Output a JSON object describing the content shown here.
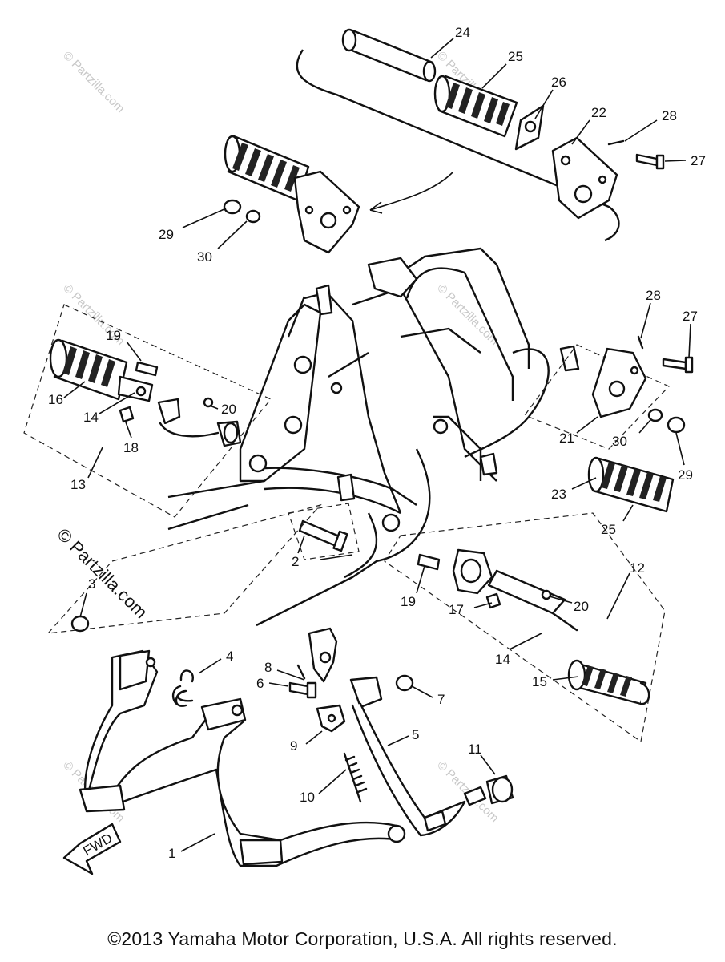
{
  "watermarks": {
    "site": "© Partzilla.com",
    "primary": "© Partzilla.com"
  },
  "fwd_label": "FWD",
  "copyright": "©2013  Yamaha Motor Corporation, U.S.A. All rights reserved.",
  "callouts": [
    {
      "num": "1"
    },
    {
      "num": "2"
    },
    {
      "num": "3"
    },
    {
      "num": "4"
    },
    {
      "num": "5"
    },
    {
      "num": "6"
    },
    {
      "num": "7"
    },
    {
      "num": "8"
    },
    {
      "num": "9"
    },
    {
      "num": "10"
    },
    {
      "num": "11"
    },
    {
      "num": "12"
    },
    {
      "num": "13"
    },
    {
      "num": "14"
    },
    {
      "num": "14"
    },
    {
      "num": "15"
    },
    {
      "num": "16"
    },
    {
      "num": "17"
    },
    {
      "num": "18"
    },
    {
      "num": "19"
    },
    {
      "num": "19"
    },
    {
      "num": "20"
    },
    {
      "num": "20"
    },
    {
      "num": "21"
    },
    {
      "num": "22"
    },
    {
      "num": "23"
    },
    {
      "num": "24"
    },
    {
      "num": "25"
    },
    {
      "num": "25"
    },
    {
      "num": "26"
    },
    {
      "num": "27"
    },
    {
      "num": "27"
    },
    {
      "num": "28"
    },
    {
      "num": "28"
    },
    {
      "num": "29"
    },
    {
      "num": "29"
    },
    {
      "num": "30"
    },
    {
      "num": "30"
    }
  ]
}
